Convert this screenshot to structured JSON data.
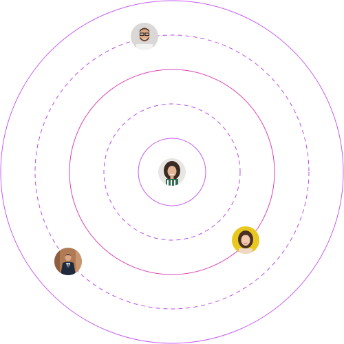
{
  "colors": {
    "background": "#ffffff",
    "orbit_violet": "#c55bf0",
    "orbit_magenta": "#dd3fb1",
    "orbit_dashed": "#b94be8"
  },
  "orbits": [
    {
      "name": "center-orbit",
      "style": "solid",
      "color": "#c55bf0"
    },
    {
      "name": "inner-dashed-orbit",
      "style": "dashed",
      "color": "#b94be8"
    },
    {
      "name": "middle-orbit",
      "style": "solid",
      "color": "#dd3fb1"
    },
    {
      "name": "outer-dashed-orbit",
      "style": "dashed",
      "color": "#b94be8"
    },
    {
      "name": "outermost-orbit",
      "style": "solid",
      "color": "#c55bf0"
    }
  ],
  "avatars": [
    {
      "name": "center-avatar",
      "description_icon": "woman-curly-hair-avatar"
    },
    {
      "name": "top-avatar",
      "description_icon": "man-glasses-beard-avatar"
    },
    {
      "name": "right-avatar",
      "description_icon": "woman-yellow-background-avatar"
    },
    {
      "name": "left-avatar",
      "description_icon": "man-suit-avatar"
    }
  ]
}
